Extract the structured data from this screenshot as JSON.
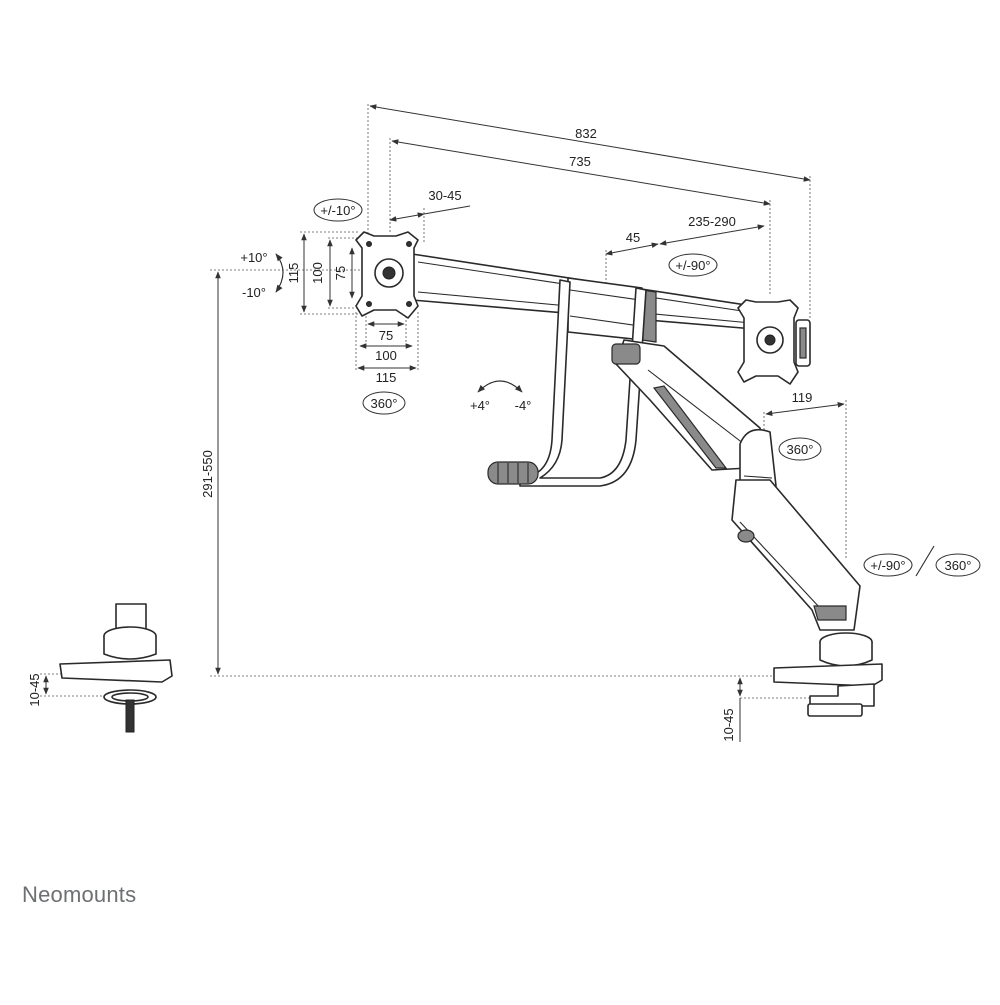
{
  "dimensions": {
    "overall_width": "832",
    "rail_width": "735",
    "clamp_offset_top": "30-45",
    "slide_min": "45",
    "slide_range": "235-290",
    "vesa_vertical_115": "115",
    "vesa_vertical_100": "100",
    "vesa_vertical_75": "75",
    "vesa_horizontal_75": "75",
    "vesa_horizontal_100": "100",
    "vesa_horizontal_115": "115",
    "height_range": "291-550",
    "arm_depth": "119",
    "desk_clamp_left": "10-45",
    "desk_clamp_right": "10-45"
  },
  "angles": {
    "roll": "+/-10°",
    "tilt_up": "+10°",
    "tilt_down": "-10°",
    "rotate_left": "360°",
    "slide_rotate": "+/-90°",
    "handle_plus": "+4°",
    "handle_minus": "-4°",
    "arm_rotate": "360°",
    "base_swivel": "+/-90°",
    "base_rotate": "360°"
  },
  "brand": {
    "name": "Neomounts"
  }
}
